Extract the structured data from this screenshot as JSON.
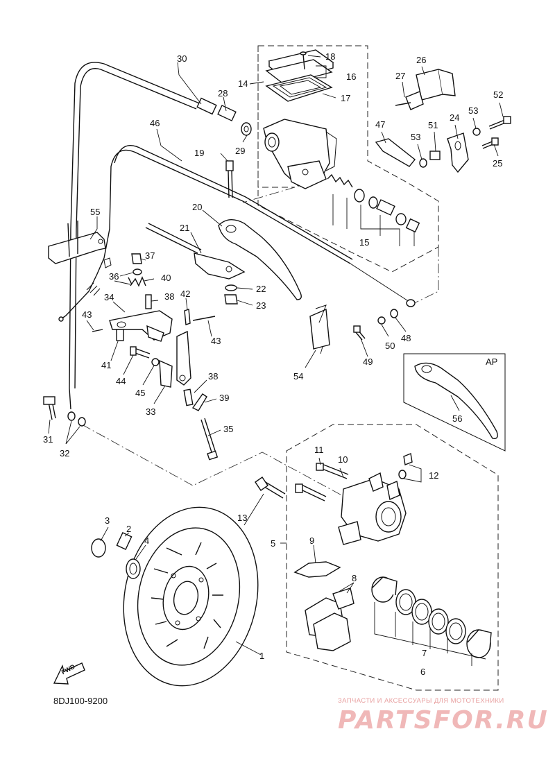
{
  "diagram_code": "8DJ100-9200",
  "fwd_label": "FWD",
  "inset_label": "AP",
  "watermark": {
    "tagline": "ЗАПЧАСТИ И АКСЕССУАРЫ ДЛЯ МОТОТЕХНИКИ",
    "brand": "PARTSFOR.RU"
  },
  "callouts": {
    "c1": "1",
    "c2": "2",
    "c3": "3",
    "c4": "4",
    "c5": "5",
    "c6": "6",
    "c7": "7",
    "c8": "8",
    "c9": "9",
    "c10": "10",
    "c11": "11",
    "c12": "12",
    "c13": "13",
    "c14": "14",
    "c15": "15",
    "c16": "16",
    "c17": "17",
    "c18": "18",
    "c19": "19",
    "c20": "20",
    "c21": "21",
    "c22": "22",
    "c23": "23",
    "c24": "24",
    "c25": "25",
    "c26": "26",
    "c27": "27",
    "c28": "28",
    "c29": "29",
    "c30": "30",
    "c31": "31",
    "c32": "32",
    "c33": "33",
    "c34": "34",
    "c35": "35",
    "c36": "36",
    "c37": "37",
    "c38a": "38",
    "c38b": "38",
    "c39": "39",
    "c40": "40",
    "c41": "41",
    "c42": "42",
    "c43a": "43",
    "c43b": "43",
    "c44": "44",
    "c45": "45",
    "c46": "46",
    "c47": "47",
    "c48": "48",
    "c49": "49",
    "c50": "50",
    "c51": "51",
    "c52": "52",
    "c53a": "53",
    "c53b": "53",
    "c54": "54",
    "c55": "55",
    "c56": "56"
  }
}
